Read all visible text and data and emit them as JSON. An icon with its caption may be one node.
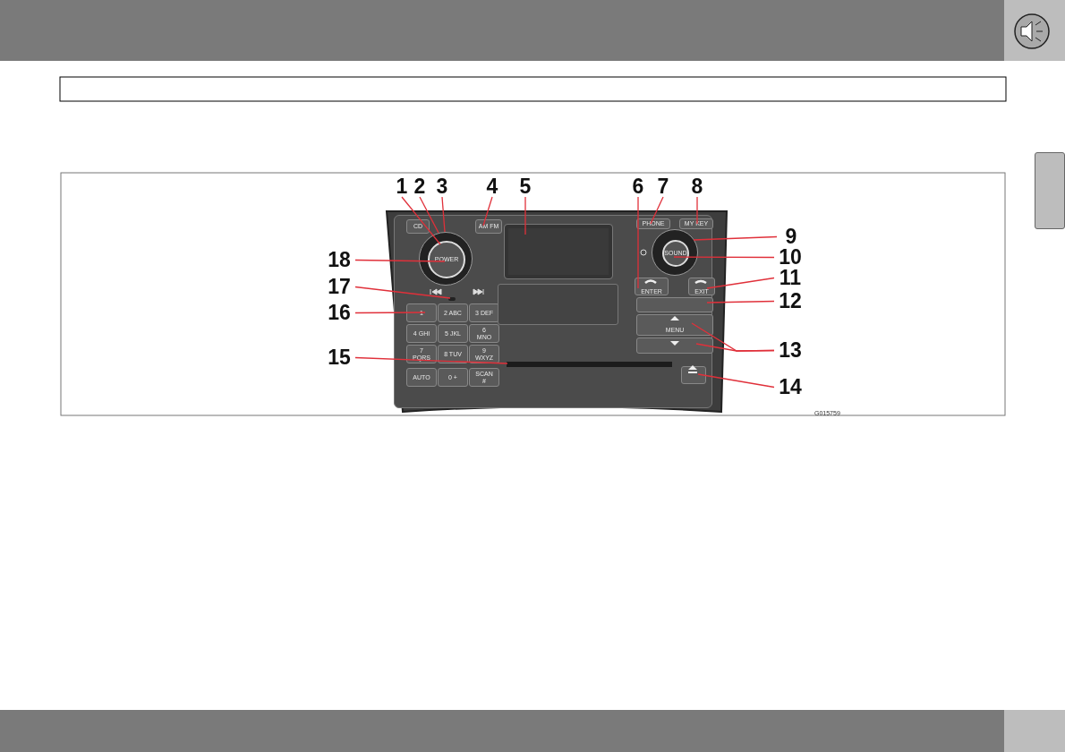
{
  "diagram": {
    "nodes": [
      {
        "text": [
          "1"
        ]
      },
      {
        "text": [
          "2"
        ]
      },
      {
        "text": [
          "3"
        ]
      },
      {
        "text": [
          "4"
        ]
      },
      {
        "text": [
          "5"
        ]
      },
      {
        "text": [
          "6"
        ]
      },
      {
        "text": [
          "7"
        ]
      },
      {
        "text": [
          "8"
        ]
      },
      {
        "text": [
          "9"
        ]
      },
      {
        "text": [
          "10"
        ]
      },
      {
        "text": [
          "11"
        ]
      },
      {
        "text": [
          "12"
        ]
      },
      {
        "text": [
          "13"
        ]
      },
      {
        "text": [
          "14"
        ]
      },
      {
        "text": [
          "15"
        ]
      },
      {
        "text": [
          "16"
        ]
      },
      {
        "text": [
          "17"
        ]
      },
      {
        "text": [
          "18"
        ]
      },
      {
        "text": [],
        "shape": "box"
      },
      {
        "text": [],
        "shape": "circle",
        "in": 18
      },
      {
        "text": [
          "POWER"
        ],
        "in": 19
      },
      {
        "text": [
          "CD"
        ],
        "in": 18
      },
      {
        "text": [
          "AM FM"
        ],
        "in": 18
      },
      {
        "text": [],
        "shape": "box",
        "in": 18
      },
      {
        "text": [
          "PHONE"
        ],
        "in": 18
      },
      {
        "text": [
          "MY KEY"
        ],
        "in": 18
      },
      {
        "text": [],
        "shape": "circle",
        "in": 18
      },
      {
        "text": [
          "SOUND"
        ],
        "in": 26
      },
      {
        "text": [
          "ENTER"
        ],
        "in": 18
      },
      {
        "text": [
          "EXIT"
        ],
        "in": 18
      },
      {
        "text": [],
        "shape": "box",
        "in": 18
      },
      {
        "text": [
          "MENU"
        ],
        "in": 18
      },
      {
        "text": [],
        "shape": "box",
        "in": 18
      },
      {
        "text": [],
        "shape": "box",
        "in": 18
      },
      {
        "text": [],
        "shape": "bar",
        "in": 18
      },
      {
        "text": [],
        "shape": "box",
        "in": 18
      },
      {
        "text": [
          "1"
        ],
        "in": 18
      },
      {
        "text": [
          "2 ABC"
        ],
        "in": 18
      },
      {
        "text": [
          "3 DEF"
        ],
        "in": 18
      },
      {
        "text": [
          "4 GHI"
        ],
        "in": 18
      },
      {
        "text": [
          "5 JKL"
        ],
        "in": 18
      },
      {
        "text": [
          "6 MNO"
        ],
        "in": 18
      },
      {
        "text": [
          "7 PQRS"
        ],
        "in": 18
      },
      {
        "text": [
          "8 TUV"
        ],
        "in": 18
      },
      {
        "text": [
          "9 WXYZ"
        ],
        "in": 18
      },
      {
        "text": [
          "AUTO"
        ],
        "in": 18
      },
      {
        "text": [
          "0 +"
        ],
        "in": 18
      },
      {
        "text": [
          "SCAN #"
        ],
        "in": 18
      },
      {
        "text": [],
        "shape": "box"
      },
      {
        "text": [],
        "shape": "box",
        "in": 18
      }
    ],
    "edges": [
      {
        "from": 0,
        "to": 20,
        "arrow": "none"
      },
      {
        "from": 1,
        "to": 19,
        "arrow": "none"
      },
      {
        "from": 2,
        "to": 19,
        "arrow": "none"
      },
      {
        "from": 3,
        "to": 22,
        "arrow": "none"
      },
      {
        "from": 4,
        "to": 23,
        "arrow": "none"
      },
      {
        "from": 5,
        "to": 28,
        "arrow": "none"
      },
      {
        "from": 6,
        "to": 24,
        "arrow": "none"
      },
      {
        "from": 7,
        "to": 25,
        "arrow": "none"
      },
      {
        "from": 8,
        "to": 26,
        "arrow": "none"
      },
      {
        "from": 9,
        "to": 27,
        "arrow": "none"
      },
      {
        "from": 10,
        "to": 29,
        "arrow": "none"
      },
      {
        "from": 11,
        "to": 30,
        "arrow": "none"
      },
      {
        "from": 12,
        "to": 31,
        "arrow": "none"
      },
      {
        "from": 12,
        "to": 32,
        "arrow": "none"
      },
      {
        "from": 13,
        "to": 33,
        "arrow": "none"
      },
      {
        "from": 14,
        "to": 34,
        "arrow": "none"
      },
      {
        "from": 15,
        "to": 36,
        "arrow": "none"
      },
      {
        "from": 16,
        "to": 35,
        "arrow": "none"
      },
      {
        "from": 17,
        "to": 20,
        "arrow": "none"
      }
    ],
    "labels": [
      "G015759"
    ]
  }
}
